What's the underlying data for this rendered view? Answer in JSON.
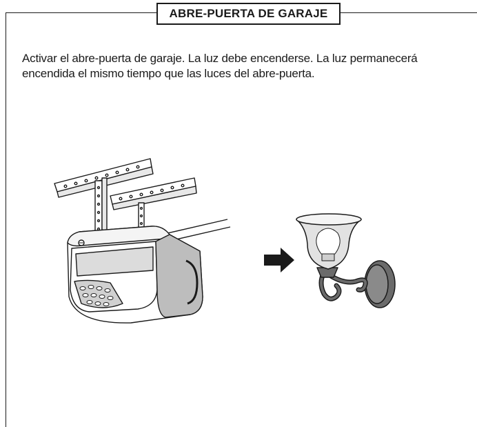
{
  "section": {
    "title": "ABRE-PUERTA DE GARAJE",
    "instructions": "Activar el abre-puerta de garaje. La luz debe encenderse. La luz permanecerá encendida el mismo tiempo que las luces del abre-puerta."
  },
  "illustration": {
    "left_item": "garage-door-opener",
    "arrow_direction": "right",
    "right_item": "wall-sconce-lamp"
  }
}
